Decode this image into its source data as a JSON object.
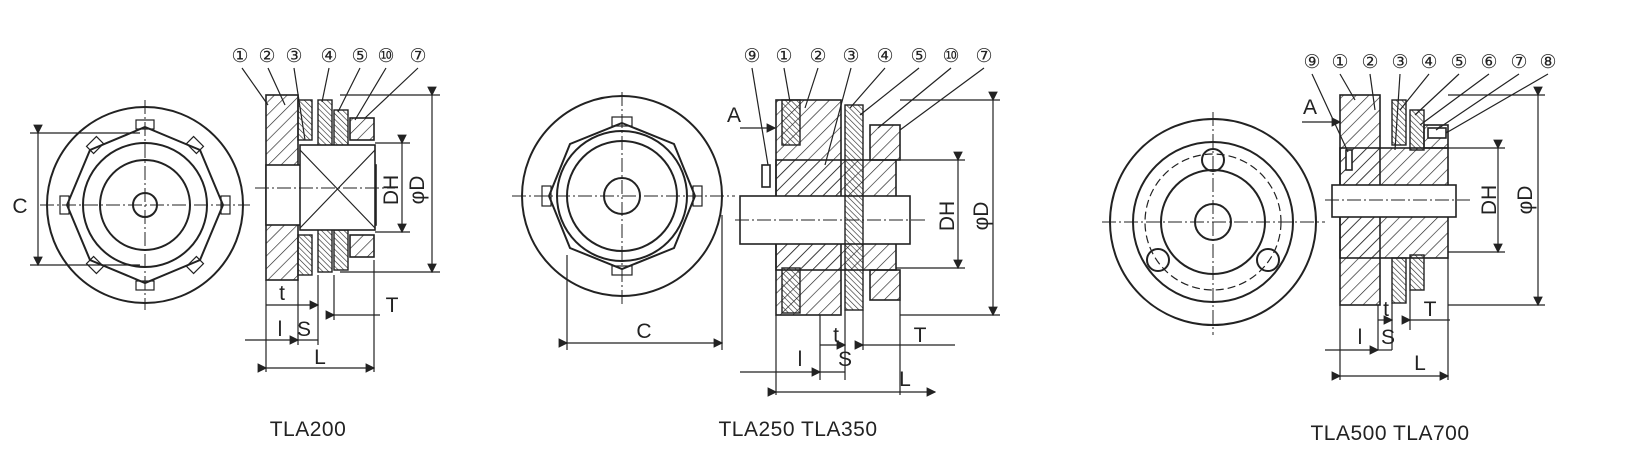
{
  "figures": [
    {
      "caption": "TLA200",
      "callouts": [
        "①",
        "②",
        "③",
        "④",
        "⑤",
        "⑩",
        "⑦"
      ],
      "dims": {
        "C": "C",
        "DH": "DH",
        "D": "φD",
        "t": "t",
        "l": "l",
        "S": "S",
        "T": "T",
        "L": "L"
      }
    },
    {
      "caption": "TLA250 TLA350",
      "callouts": [
        "⑨",
        "①",
        "②",
        "③",
        "④",
        "⑤",
        "⑩",
        "⑦"
      ],
      "dims": {
        "A": "A",
        "C": "C",
        "DH": "DH",
        "D": "φD",
        "t": "t",
        "l": "l",
        "S": "S",
        "T": "T",
        "L": "L"
      }
    },
    {
      "caption": "TLA500 TLA700",
      "callouts": [
        "⑨",
        "①",
        "②",
        "③",
        "④",
        "⑤",
        "⑥",
        "⑦",
        "⑧"
      ],
      "dims": {
        "A": "A",
        "DH": "DH",
        "D": "φD",
        "t": "t",
        "l": "l",
        "S": "S",
        "T": "T",
        "L": "L"
      }
    }
  ]
}
